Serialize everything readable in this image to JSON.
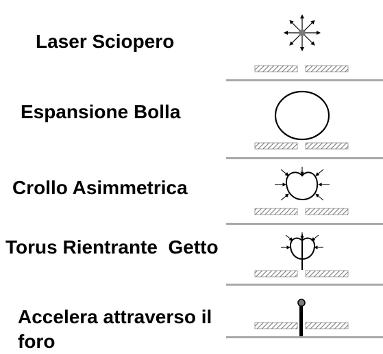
{
  "stages": [
    {
      "label": "Laser Sciopero",
      "icon": "laser-strike-icon"
    },
    {
      "label": "Espansione Bolla",
      "icon": "bubble-expansion-icon"
    },
    {
      "label": "Crollo Asimmetrica",
      "icon": "asymmetric-collapse-icon"
    },
    {
      "label": "Torus Rientrante  Getto",
      "icon": "reentrant-jet-icon"
    },
    {
      "label": "Accelera attraverso il foro",
      "icon": "accelerate-through-hole-icon"
    }
  ],
  "colors": {
    "text": "#000000",
    "hatch": "#8a8a8a",
    "plate": "#a8a8a8",
    "center": "#7a7a7a"
  }
}
